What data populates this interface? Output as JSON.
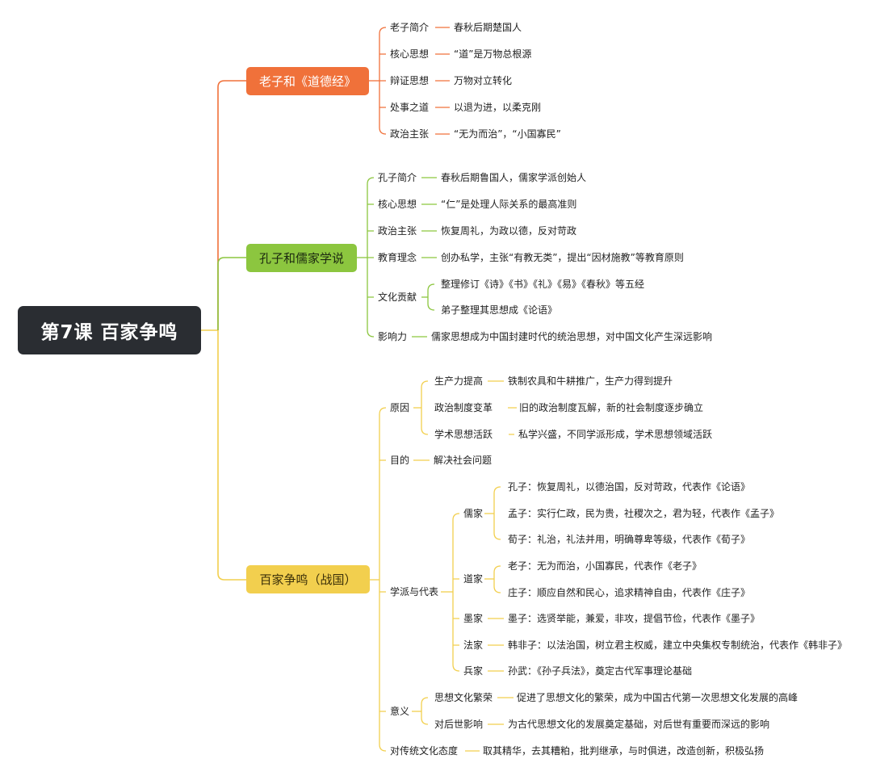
{
  "root": {
    "title": "第7课 百家争鸣"
  },
  "colors": {
    "root": "#2a2d32",
    "branch1": "#f0713a",
    "branch2": "#8cc63f",
    "branch3": "#f2cf4e"
  },
  "branches": [
    {
      "label": "老子和《道德经》",
      "items": [
        {
          "label": "老子简介",
          "detail": "春秋后期楚国人"
        },
        {
          "label": "核心思想",
          "detail": "“道”是万物总根源"
        },
        {
          "label": "辩证思想",
          "detail": "万物对立转化"
        },
        {
          "label": "处事之道",
          "detail": "以退为进，以柔克刚"
        },
        {
          "label": "政治主张",
          "detail": "“无为而治”，“小国寡民”"
        }
      ]
    },
    {
      "label": "孔子和儒家学说",
      "items": [
        {
          "label": "孔子简介",
          "detail": "春秋后期鲁国人，儒家学派创始人"
        },
        {
          "label": "核心思想",
          "detail": "“仁”是处理人际关系的最高准则"
        },
        {
          "label": "政治主张",
          "detail": "恢复周礼，为政以德，反对苛政"
        },
        {
          "label": "教育理念",
          "detail": "创办私学，主张“有教无类”，提出“因材施教”等教育原则"
        },
        {
          "label": "文化贡献",
          "subs": [
            "整理修订《诗》《书》《礼》《易》《春秋》等五经",
            "弟子整理其思想成《论语》"
          ]
        },
        {
          "label": "影响力",
          "detail": "儒家思想成为中国封建时代的统治思想，对中国文化产生深远影响"
        }
      ]
    },
    {
      "label": "百家争鸣（战国）",
      "causes": {
        "label": "原因",
        "items": [
          {
            "label": "生产力提高",
            "detail": "铁制农具和牛耕推广，生产力得到提升"
          },
          {
            "label": "政治制度变革",
            "detail": "旧的政治制度瓦解，新的社会制度逐步确立"
          },
          {
            "label": "学术思想活跃",
            "detail": "私学兴盛，不同学派形成，学术思想领域活跃"
          }
        ]
      },
      "purpose": {
        "label": "目的",
        "detail": "解决社会问题"
      },
      "schools": {
        "label": "学派与代表",
        "groups": [
          {
            "label": "儒家",
            "items": [
              "孔子：恢复周礼，以德治国，反对苛政，代表作《论语》",
              "孟子：实行仁政，民为贵，社稷次之，君为轻，代表作《孟子》",
              "荀子：礼治，礼法并用，明确尊卑等级，代表作《荀子》"
            ]
          },
          {
            "label": "道家",
            "items": [
              "老子：无为而治，小国寡民，代表作《老子》",
              "庄子：顺应自然和民心，追求精神自由，代表作《庄子》"
            ]
          },
          {
            "label": "墨家",
            "items": [
              "墨子：选贤举能，兼爱，非攻，提倡节俭，代表作《墨子》"
            ]
          },
          {
            "label": "法家",
            "items": [
              "韩非子：以法治国，树立君主权威，建立中央集权专制统治，代表作《韩非子》"
            ]
          },
          {
            "label": "兵家",
            "items": [
              "孙武：《孙子兵法》，奠定古代军事理论基础"
            ]
          }
        ]
      },
      "significance": {
        "label": "意义",
        "items": [
          {
            "label": "思想文化繁荣",
            "detail": "促进了思想文化的繁荣，成为中国古代第一次思想文化发展的高峰"
          },
          {
            "label": "对后世影响",
            "detail": "为古代思想文化的发展奠定基础，对后世有重要而深远的影响"
          }
        ]
      },
      "attitude": {
        "label": "对传统文化态度",
        "detail": "取其精华，去其糟粕，批判继承，与时俱进，改造创新，积极弘扬"
      }
    }
  ]
}
